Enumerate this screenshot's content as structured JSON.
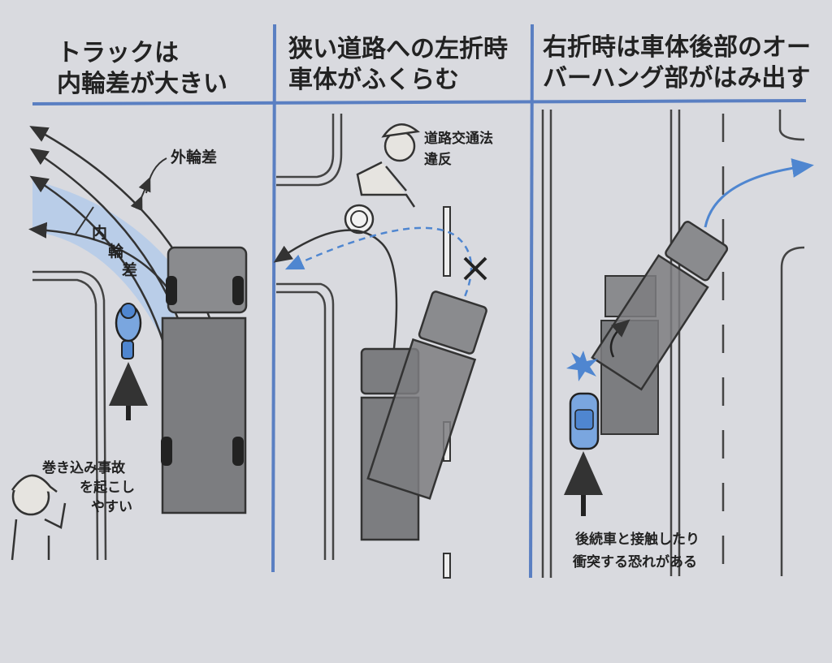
{
  "panels": [
    {
      "title_line1": "トラックは",
      "title_line2": "内輪差が大きい",
      "label_outer": "外輪差",
      "label_inner": [
        "内",
        "輪",
        "差"
      ],
      "caption": [
        "巻き込み事故",
        "を起こし",
        "やすい"
      ]
    },
    {
      "title_line1": "狭い道路への左折時",
      "title_line2": "車体がふくらむ",
      "speech": [
        "道路交通法",
        "違反"
      ]
    },
    {
      "title_line1": "右折時は車体後部のオー",
      "title_line2": "バーハング部がはみ出す",
      "caption": [
        "後続車と接触したり",
        "衝突する恐れがある"
      ]
    }
  ],
  "colors": {
    "divider": "#5a7fc2",
    "shade": "#b9cde8",
    "truck": "#7c7d80",
    "accent_blue": "#4f86d0",
    "background": "#d9dadf"
  }
}
